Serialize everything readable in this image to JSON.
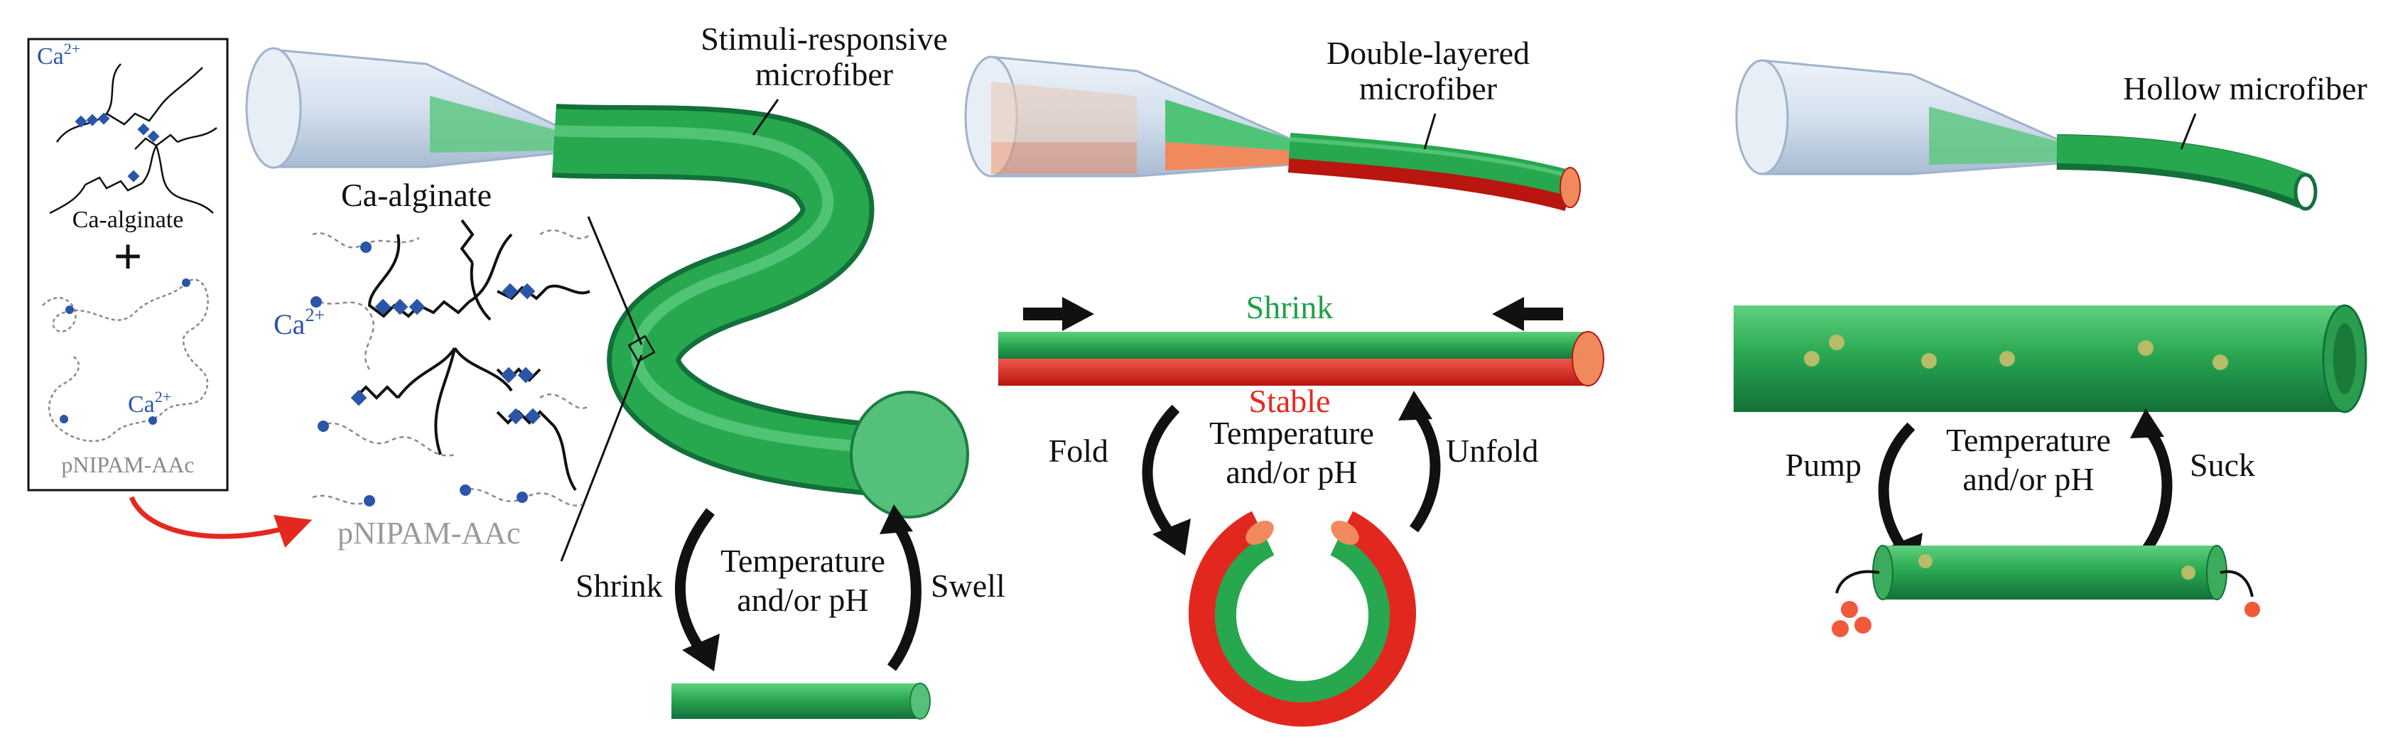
{
  "colors": {
    "fiber_green": "#27a84f",
    "fiber_green_dark": "#16773a",
    "fiber_red": "#e2271f",
    "fiber_orange": "#f08a5d",
    "nozzle_blue": "#cfdcec",
    "ion_blue": "#2a55a8",
    "arrow_red": "#e5281f"
  },
  "panel_a": {
    "inset": {
      "ca_label": "Ca",
      "ca_sup": "2+",
      "ca_alginate": "Ca-alginate",
      "plus": "+",
      "ca_label_2": "Ca",
      "ca_sup_2": "2+",
      "pnipam": "pNIPAM-AAc"
    },
    "stimuli_label_1": "Stimuli-responsive",
    "stimuli_label_2": "microfiber",
    "ca_alginate": "Ca-alginate",
    "ca_label": "Ca",
    "ca_sup": "2+",
    "pnipam": "pNIPAM-AAc",
    "shrink": "Shrink",
    "swell": "Swell",
    "temp_1": "Temperature",
    "temp_2": "and/or pH"
  },
  "panel_b": {
    "label_1": "Double-layered",
    "label_2": "microfiber",
    "shrink": "Shrink",
    "stable": "Stable",
    "fold": "Fold",
    "unfold": "Unfold",
    "temp_1": "Temperature",
    "temp_2": "and/or pH"
  },
  "panel_c": {
    "label": "Hollow microfiber",
    "pump": "Pump",
    "suck": "Suck",
    "temp_1": "Temperature",
    "temp_2": "and/or pH"
  }
}
